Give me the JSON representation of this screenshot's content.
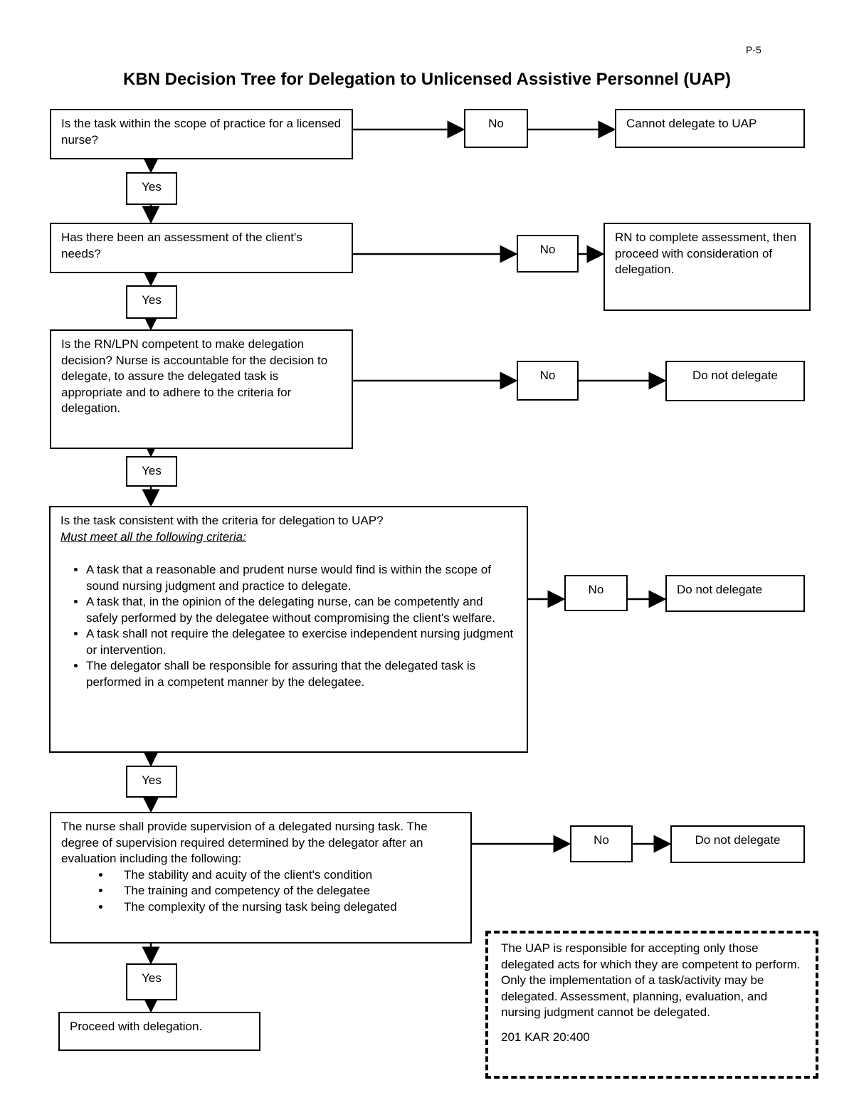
{
  "page_number": "P-5",
  "title": "KBN Decision Tree for Delegation to Unlicensed Assistive Personnel (UAP)",
  "yes_label": "Yes",
  "no_label": "No",
  "steps": [
    {
      "question": "Is the task within the scope of practice for a licensed nurse?",
      "no_outcome": "Cannot delegate to UAP"
    },
    {
      "question": "Has there been an assessment of the client's needs?",
      "no_outcome": "RN to complete assessment, then proceed with consideration of delegation."
    },
    {
      "question": "Is the RN/LPN competent to make delegation decision?  Nurse is accountable for the decision to delegate, to assure the delegated task is appropriate and to adhere to the criteria for delegation.",
      "no_outcome": "Do not delegate"
    },
    {
      "question": "Is the task consistent with the criteria for delegation to UAP?",
      "subheading": "Must meet all the following criteria:",
      "criteria": [
        "A task that a reasonable and prudent nurse would find is within the scope of sound nursing judgment and practice to delegate.",
        "A task that, in the opinion of the delegating nurse, can be competently and safely performed by the delegatee without compromising the client's welfare.",
        "A task shall not require the delegatee to exercise independent nursing judgment or intervention.",
        "The delegator shall be responsible for assuring that the delegated task is performed in a competent manner by the delegatee."
      ],
      "no_outcome": "Do not delegate"
    },
    {
      "question": "The nurse shall provide supervision of a delegated nursing task. The degree of supervision required determined by the delegator after an evaluation including the following:",
      "criteria": [
        "The stability and acuity of the client's condition",
        "The training and competency of the delegatee",
        "The complexity of the nursing task being delegated"
      ],
      "no_outcome": "Do not delegate"
    }
  ],
  "final_outcome": "Proceed with delegation.",
  "note": {
    "text": "The UAP is responsible for accepting only those delegated acts for which they are competent to perform.   Only the implementation of a task/activity may be delegated.  Assessment, planning, evaluation, and nursing judgment cannot be delegated.",
    "citation": "201 KAR 20:400"
  }
}
